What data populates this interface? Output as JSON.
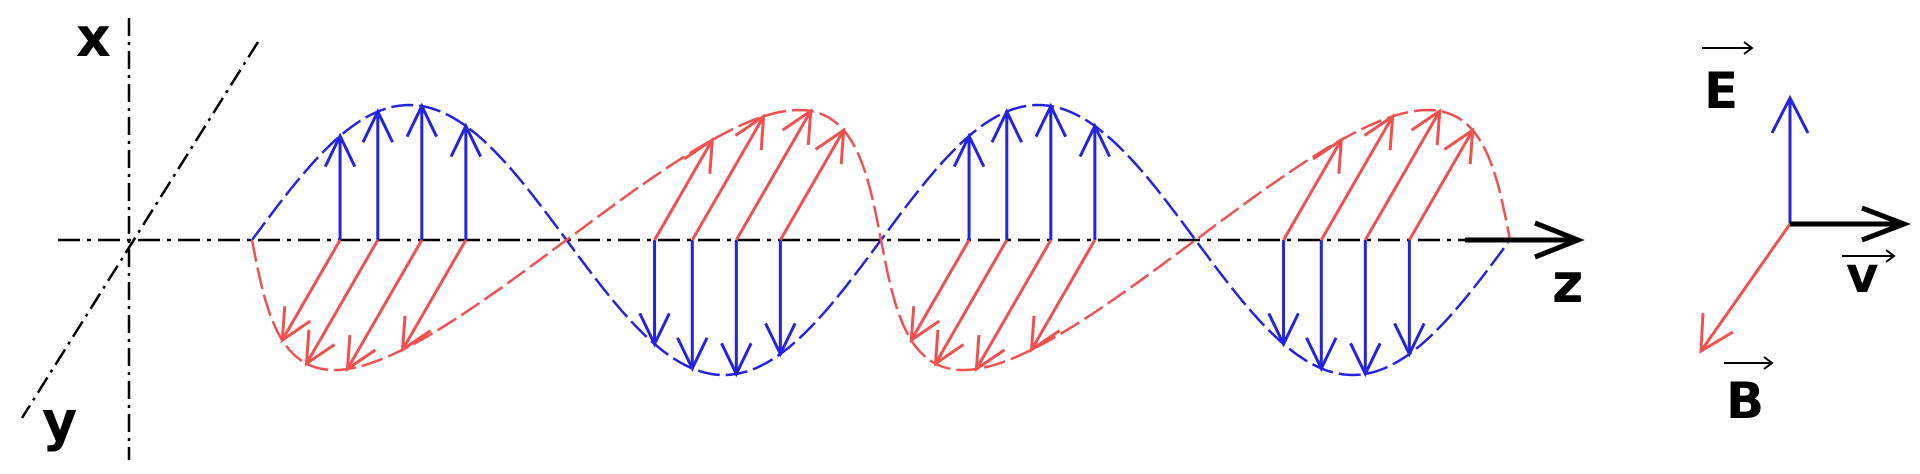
{
  "labels": {
    "x_axis": "x",
    "y_axis": "y",
    "z_axis": "z",
    "legend_E": "E",
    "legend_B": "B",
    "legend_v": "v"
  },
  "colors": {
    "electric_field": "#2323e0",
    "magnetic_field": "#f05050",
    "axes": "#000000"
  }
}
